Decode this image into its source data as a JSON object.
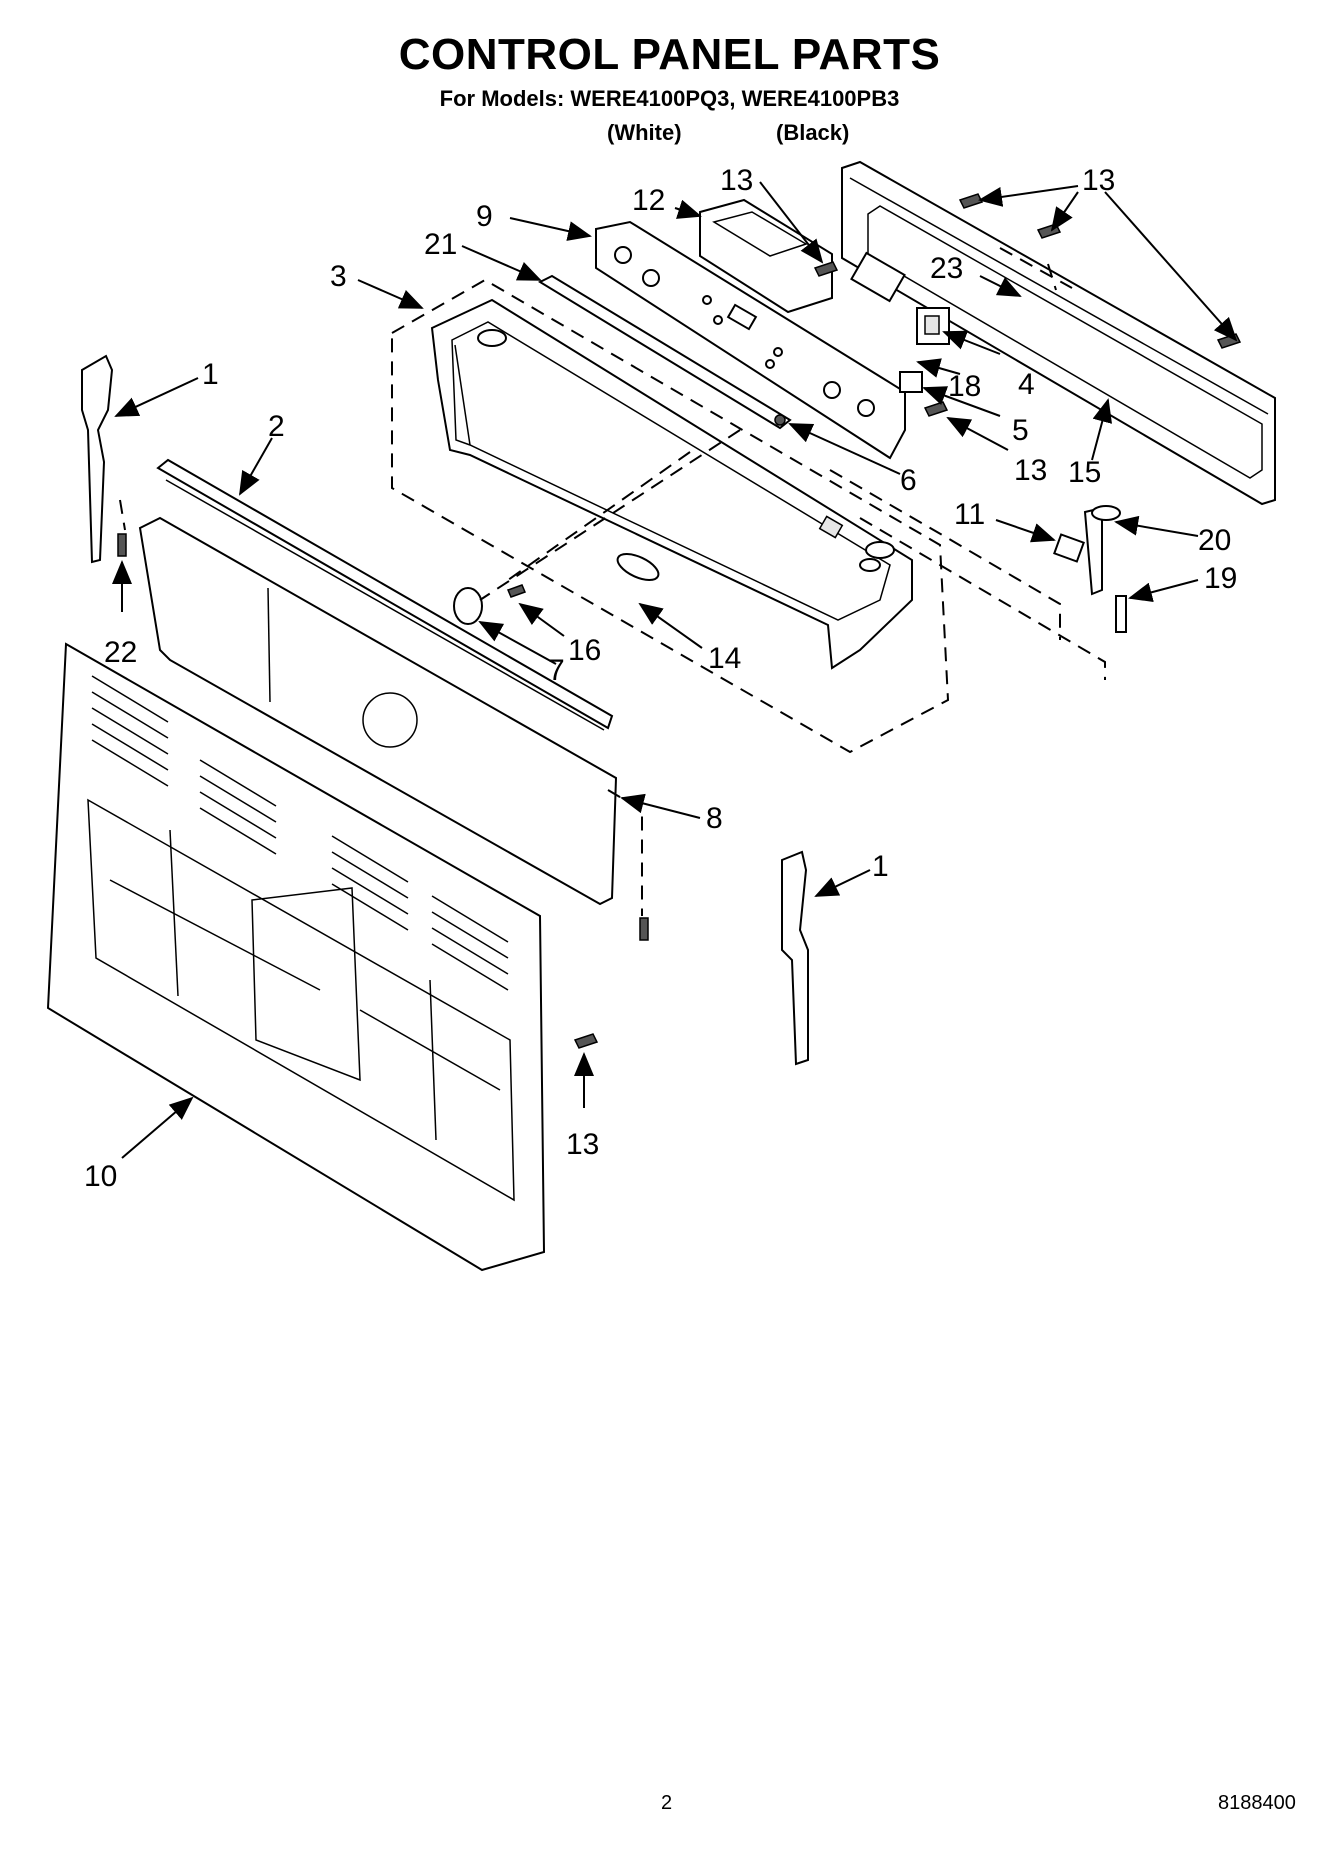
{
  "title": "CONTROL PANEL PARTS",
  "subtitle": "For Models: WERE4100PQ3, WERE4100PB3",
  "variants": [
    "(White)",
    "(Black)"
  ],
  "callouts": [
    "13",
    "12",
    "9",
    "21",
    "3",
    "13",
    "23",
    "1",
    "2",
    "18",
    "4",
    "5",
    "13",
    "15",
    "6",
    "11",
    "20",
    "19",
    "22",
    "16",
    "7",
    "14",
    "8",
    "1",
    "13",
    "10"
  ],
  "footer": {
    "page_number": "2",
    "document_number": "8188400"
  }
}
